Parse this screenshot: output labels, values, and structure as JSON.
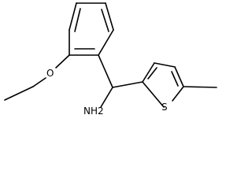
{
  "molecule": {
    "atom_labels": {
      "oxygen": "O",
      "sulfur": "S",
      "amine": "NH2"
    }
  }
}
